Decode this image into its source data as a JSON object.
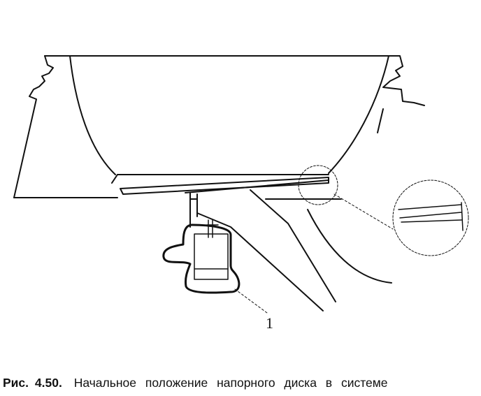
{
  "figure": {
    "callouts": [
      {
        "label": "1"
      }
    ]
  },
  "caption": {
    "label": "Рис. 4.50.",
    "text": "Начальное положение напорного диска в системе"
  }
}
